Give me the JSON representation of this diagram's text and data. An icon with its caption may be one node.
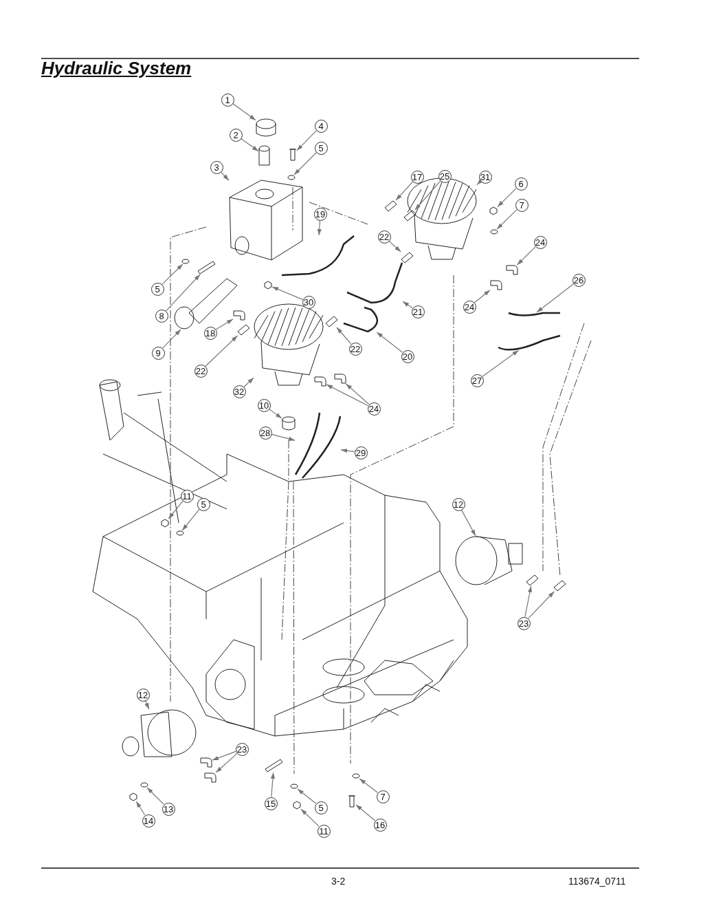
{
  "diagram": {
    "title": "Hydraulic System",
    "nodes": [
      {
        "text": [
          "1"
        ]
      },
      {
        "text": [
          "2"
        ]
      },
      {
        "text": [
          "4"
        ]
      },
      {
        "text": [
          "5"
        ]
      },
      {
        "text": [
          "3"
        ]
      },
      {
        "text": [
          "17"
        ]
      },
      {
        "text": [
          "25"
        ]
      },
      {
        "text": [
          "31"
        ]
      },
      {
        "text": [
          "6"
        ]
      },
      {
        "text": [
          "7"
        ]
      },
      {
        "text": [
          "19"
        ]
      },
      {
        "text": [
          "22"
        ]
      },
      {
        "text": [
          "24"
        ]
      },
      {
        "text": [
          "26"
        ]
      },
      {
        "text": [
          "5"
        ]
      },
      {
        "text": [
          "30"
        ]
      },
      {
        "text": [
          "21"
        ]
      },
      {
        "text": [
          "24"
        ]
      },
      {
        "text": [
          "8"
        ]
      },
      {
        "text": [
          "18"
        ]
      },
      {
        "text": [
          "22"
        ]
      },
      {
        "text": [
          "20"
        ]
      },
      {
        "text": [
          "9"
        ]
      },
      {
        "text": [
          "22"
        ]
      },
      {
        "text": [
          "27"
        ]
      },
      {
        "text": [
          "32"
        ]
      },
      {
        "text": [
          "10"
        ]
      },
      {
        "text": [
          "24"
        ]
      },
      {
        "text": [
          "28"
        ]
      },
      {
        "text": [
          "29"
        ]
      },
      {
        "text": [
          "11"
        ]
      },
      {
        "text": [
          "5"
        ]
      },
      {
        "text": [
          "12"
        ]
      },
      {
        "text": [
          "23"
        ]
      },
      {
        "text": [
          "12"
        ]
      },
      {
        "text": [
          "23"
        ]
      },
      {
        "text": [
          "15"
        ]
      },
      {
        "text": [
          "5"
        ]
      },
      {
        "text": [
          "7"
        ]
      },
      {
        "text": [
          "14"
        ]
      },
      {
        "text": [
          "13"
        ]
      },
      {
        "text": [
          "11"
        ]
      },
      {
        "text": [
          "16"
        ]
      },
      {
        "text": [],
        "shape": "picture"
      },
      {
        "text": [],
        "shape": "picture"
      },
      {
        "text": [],
        "shape": "picture"
      },
      {
        "text": [],
        "shape": "picture"
      },
      {
        "text": [],
        "shape": "picture"
      },
      {
        "text": [],
        "shape": "picture"
      },
      {
        "text": [],
        "shape": "picture"
      },
      {
        "text": [],
        "shape": "picture"
      },
      {
        "text": [],
        "shape": "picture"
      },
      {
        "text": [],
        "shape": "picture"
      },
      {
        "text": [],
        "shape": "picture"
      },
      {
        "text": [],
        "shape": "picture"
      },
      {
        "text": [],
        "shape": "picture"
      },
      {
        "text": [],
        "shape": "picture"
      },
      {
        "text": [],
        "shape": "picture"
      },
      {
        "text": [],
        "shape": "picture"
      },
      {
        "text": [],
        "shape": "picture"
      },
      {
        "text": [],
        "shape": "picture"
      },
      {
        "text": [],
        "shape": "picture"
      },
      {
        "text": [],
        "shape": "picture"
      },
      {
        "text": [],
        "shape": "picture"
      },
      {
        "text": [],
        "shape": "picture"
      },
      {
        "text": [],
        "shape": "picture"
      },
      {
        "text": [],
        "shape": "picture"
      },
      {
        "text": [],
        "shape": "picture"
      },
      {
        "text": [],
        "shape": "picture"
      },
      {
        "text": [],
        "shape": "picture"
      },
      {
        "text": [],
        "shape": "picture"
      },
      {
        "text": [],
        "shape": "picture"
      },
      {
        "text": [],
        "shape": "picture"
      },
      {
        "text": [],
        "shape": "picture"
      },
      {
        "text": [],
        "shape": "picture"
      },
      {
        "text": [],
        "shape": "picture"
      },
      {
        "text": [],
        "shape": "picture"
      },
      {
        "text": [],
        "shape": "picture"
      },
      {
        "text": [],
        "shape": "picture"
      },
      {
        "text": [],
        "shape": "picture"
      },
      {
        "text": [],
        "shape": "picture"
      },
      {
        "text": [],
        "shape": "picture"
      },
      {
        "text": [],
        "shape": "picture"
      },
      {
        "text": [],
        "shape": "picture"
      },
      {
        "text": [],
        "shape": "picture"
      },
      {
        "text": [],
        "shape": "picture"
      },
      {
        "text": [],
        "shape": "picture"
      },
      {
        "text": [],
        "shape": "picture"
      },
      {
        "text": [],
        "shape": "picture"
      }
    ],
    "edges": [
      {
        "from": 0,
        "to": 43,
        "arrow": "to"
      },
      {
        "from": 1,
        "to": 44,
        "arrow": "to"
      },
      {
        "from": 2,
        "to": 45,
        "arrow": "to"
      },
      {
        "from": 3,
        "to": 46,
        "arrow": "to"
      },
      {
        "from": 4,
        "to": 47,
        "arrow": "to"
      },
      {
        "from": 5,
        "to": 48,
        "arrow": "to"
      },
      {
        "from": 6,
        "to": 49,
        "arrow": "to"
      },
      {
        "from": 7,
        "to": 50,
        "arrow": "to"
      },
      {
        "from": 8,
        "to": 51,
        "arrow": "to"
      },
      {
        "from": 9,
        "to": 52,
        "arrow": "to"
      },
      {
        "from": 10,
        "to": 53,
        "arrow": "to"
      },
      {
        "from": 11,
        "to": 54,
        "arrow": "to"
      },
      {
        "from": 12,
        "to": 55,
        "arrow": "to"
      },
      {
        "from": 13,
        "to": 56,
        "arrow": "to"
      },
      {
        "from": 14,
        "to": 57,
        "arrow": "to"
      },
      {
        "from": 15,
        "to": 58,
        "arrow": "to"
      },
      {
        "from": 16,
        "to": 59,
        "arrow": "to"
      },
      {
        "from": 17,
        "to": 60,
        "arrow": "to"
      },
      {
        "from": 18,
        "to": 61,
        "arrow": "to"
      },
      {
        "from": 19,
        "to": 62,
        "arrow": "to"
      },
      {
        "from": 20,
        "to": 63,
        "arrow": "to"
      },
      {
        "from": 21,
        "to": 64,
        "arrow": "to"
      },
      {
        "from": 22,
        "to": 65,
        "arrow": "to"
      },
      {
        "from": 23,
        "to": 66,
        "arrow": "to"
      },
      {
        "from": 24,
        "to": 67,
        "arrow": "to"
      },
      {
        "from": 25,
        "to": 68,
        "arrow": "to"
      },
      {
        "from": 26,
        "to": 69,
        "arrow": "to"
      },
      {
        "from": 27,
        "to": 70,
        "arrow": "to"
      },
      {
        "from": 27,
        "to": 71,
        "arrow": "to"
      },
      {
        "from": 28,
        "to": 72,
        "arrow": "to"
      },
      {
        "from": 29,
        "to": 73,
        "arrow": "to"
      },
      {
        "from": 30,
        "to": 74,
        "arrow": "to"
      },
      {
        "from": 31,
        "to": 75,
        "arrow": "to"
      },
      {
        "from": 32,
        "to": 76,
        "arrow": "to"
      },
      {
        "from": 33,
        "to": 77,
        "arrow": "to"
      },
      {
        "from": 33,
        "to": 78,
        "arrow": "to"
      },
      {
        "from": 34,
        "to": 79,
        "arrow": "to"
      },
      {
        "from": 35,
        "to": 80,
        "arrow": "to"
      },
      {
        "from": 35,
        "to": 81,
        "arrow": "to"
      },
      {
        "from": 36,
        "to": 82,
        "arrow": "to"
      },
      {
        "from": 37,
        "to": 83,
        "arrow": "to"
      },
      {
        "from": 38,
        "to": 84,
        "arrow": "to"
      },
      {
        "from": 39,
        "to": 85,
        "arrow": "to"
      },
      {
        "from": 40,
        "to": 86,
        "arrow": "to"
      },
      {
        "from": 41,
        "to": 87,
        "arrow": "to"
      },
      {
        "from": 42,
        "to": 88,
        "arrow": "to"
      }
    ],
    "labels": [
      "3-2",
      "113674_0711"
    ]
  }
}
